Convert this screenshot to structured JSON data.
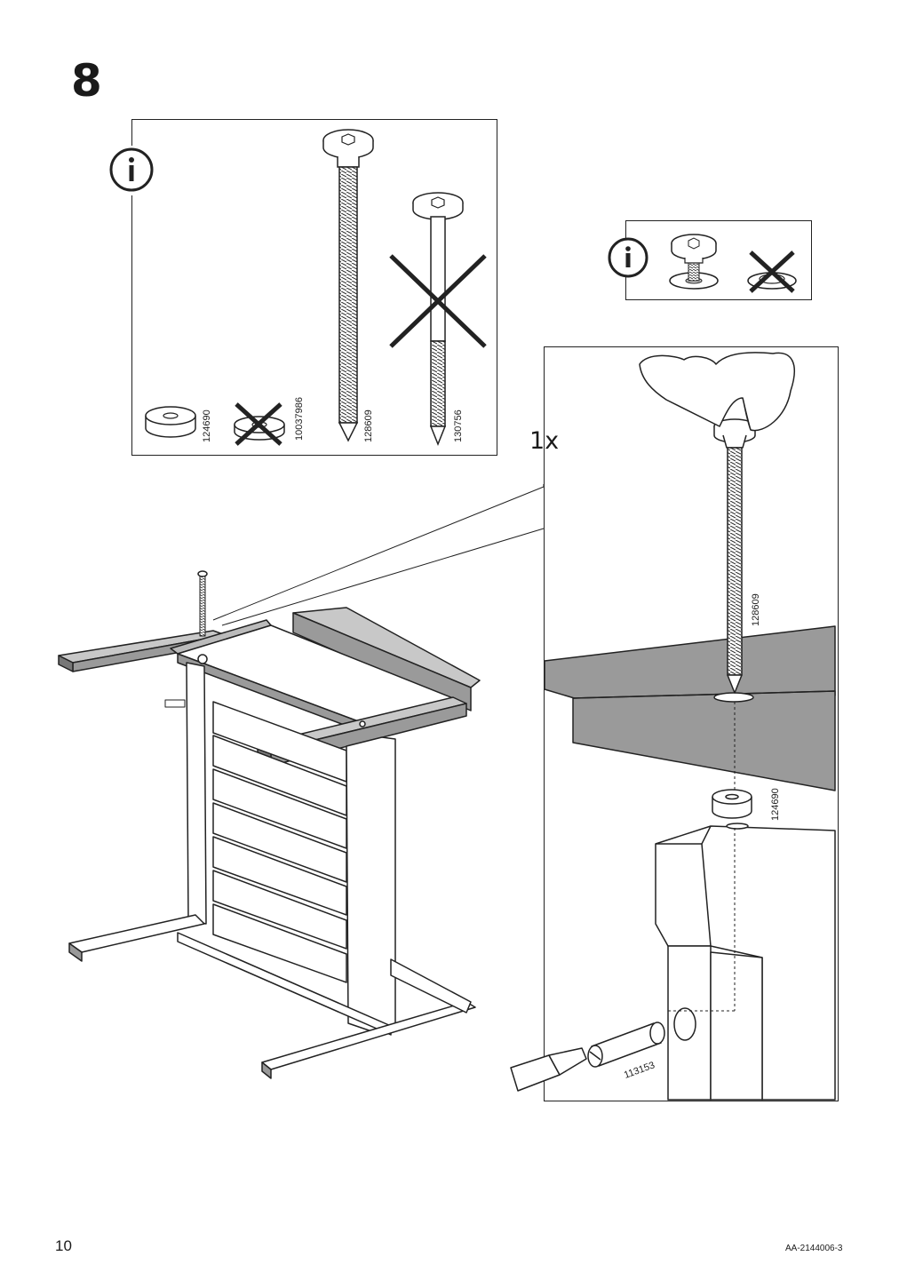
{
  "step": {
    "number": "8"
  },
  "info_box_parts": {
    "parts": [
      {
        "id": "124690",
        "icon": "spacer-washer",
        "allowed": true
      },
      {
        "id": "10037986",
        "icon": "flat-washer",
        "allowed": false
      },
      {
        "id": "128609",
        "icon": "long-threaded-bolt",
        "allowed": true
      },
      {
        "id": "130756",
        "icon": "partially-threaded-bolt",
        "allowed": false
      }
    ]
  },
  "info_box_head": {
    "correct_icon": "bolt-in-washer",
    "wrong_icon": "bolt-flat-washer"
  },
  "detail": {
    "quantity": "1x",
    "bolt_id": "128609",
    "spacer_id": "124690",
    "cam_id": "113153"
  },
  "footer": {
    "page": "10",
    "doc_code": "AA-2144006-3"
  },
  "colors": {
    "wood_grey": "#9a9a9a",
    "line": "#222222",
    "light_grey": "#c8c8c8"
  }
}
